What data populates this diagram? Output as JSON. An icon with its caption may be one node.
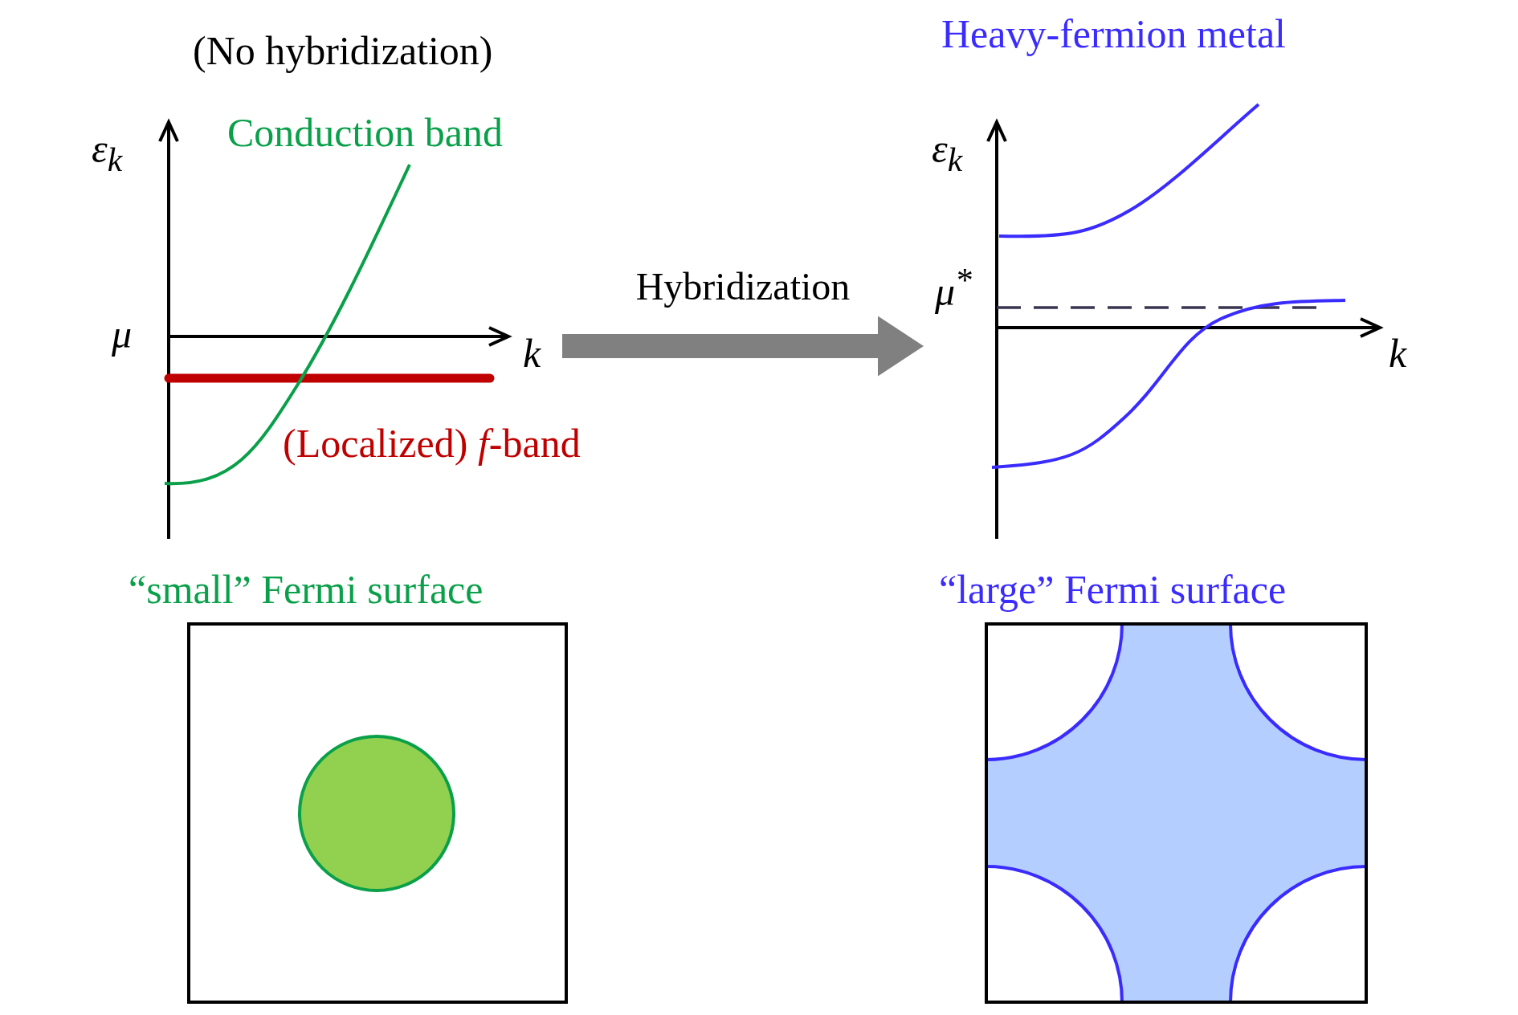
{
  "diagram": {
    "nodes": [
      {
        "text": [
          "ε$_{k}$",
          "μ",
          "k"
        ]
      },
      {
        "text": [
          "ε$_{k}$",
          "μ$^{*}$",
          "k"
        ]
      }
    ],
    "edges": [
      {
        "from": 0,
        "to": 1,
        "arrow": "to",
        "label": "Hybridization"
      }
    ],
    "labels": [
      "(No hybridization)",
      "Conduction band",
      "(Localized) *f*-band",
      "Heavy-fermion metal",
      "“small” Fermi surface",
      "“large” Fermi surface"
    ]
  }
}
